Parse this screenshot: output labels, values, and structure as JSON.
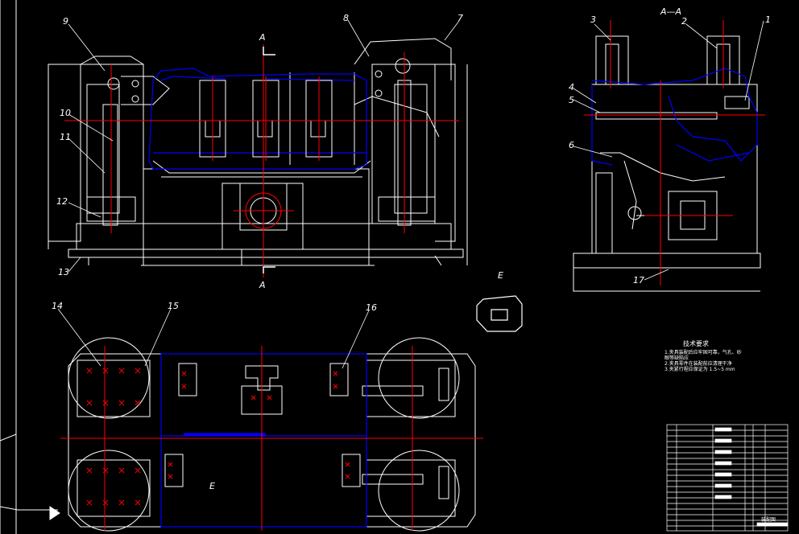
{
  "section_label": "A—A",
  "view_letter_top": "A",
  "view_letter_bottom": "A",
  "detail_label": "E",
  "detail_mark": "E",
  "callouts": [
    "1",
    "2",
    "3",
    "4",
    "5",
    "6",
    "7",
    "8",
    "9",
    "10",
    "11",
    "12",
    "13",
    "14",
    "15",
    "16",
    "17"
  ],
  "tech_req_title": "技术要求",
  "tech_req_lines": [
    "1.夹具装配后应牢固可靠，气孔、砂",
    "眼等缺陷应",
    "2.夹具零件在装配前应清理干净",
    "3.夹紧行程应保证为 1.5~5 mm"
  ],
  "title_block_text": "装配图",
  "colors": {
    "background": "#000000",
    "outline": "#ffffff",
    "part": "#0000ff",
    "center": "#ff0000"
  }
}
